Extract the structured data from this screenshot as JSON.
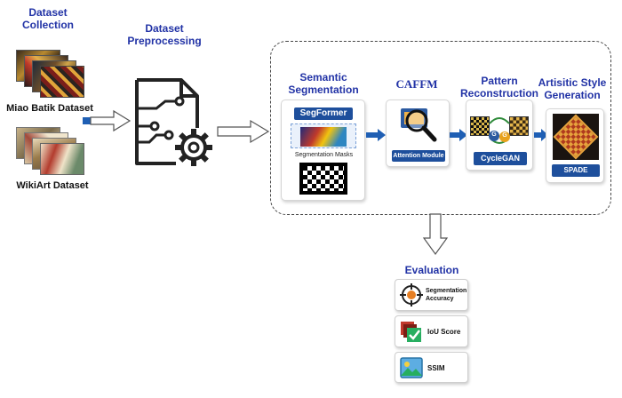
{
  "dataset_collection": {
    "title_line1": "Dataset",
    "title_line2": "Collection",
    "miao_label": "Miao Batik Dataset",
    "wikiart_label": "WikiArt Dataset"
  },
  "preprocessing": {
    "title_line1": "Dataset",
    "title_line2": "Preprocessing"
  },
  "semantic": {
    "title_line1": "Semantic",
    "title_line2": "Segmentation",
    "segformer_tag": "SegFormer",
    "masks_label": "Segmentation Masks"
  },
  "caffm": {
    "title": "CAFFM",
    "module_tag": "Attention Module"
  },
  "pattern": {
    "title_line1": "Pattern",
    "title_line2": "Reconstruction",
    "gan_tag": "CycleGAN",
    "g_letter": "G"
  },
  "artistic": {
    "title_line1": "Artisitic Style",
    "title_line2": "Generation",
    "spade_tag": "SPADE"
  },
  "evaluation": {
    "title": "Evaluation",
    "seg_line1": "Segmentation",
    "seg_line2": "Accuracy",
    "iou_label": "IoU Score",
    "ssim_label": "SSIM"
  },
  "colors": {
    "title_blue": "#2233a6",
    "tag_blue": "#1e4f9c",
    "arrow_blue": "#1f5fb4"
  }
}
